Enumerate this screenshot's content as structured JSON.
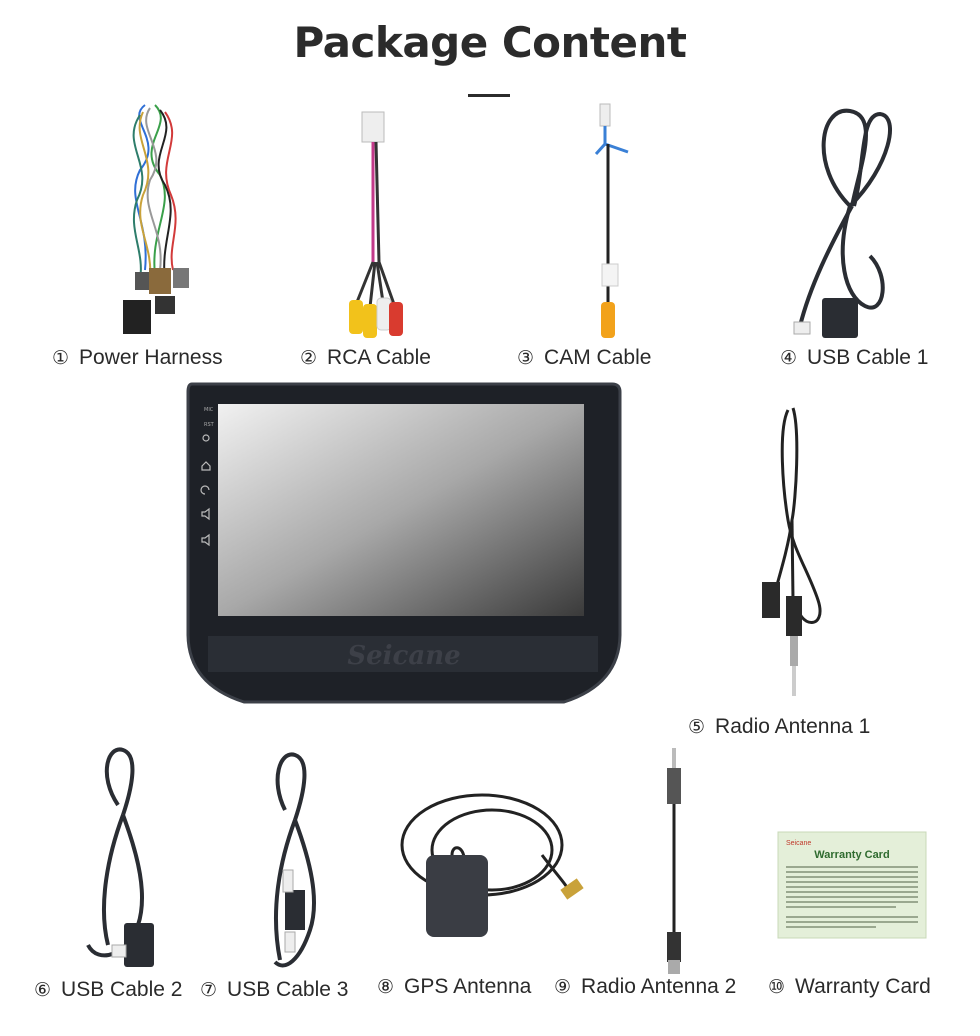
{
  "page": {
    "title": "Package Content"
  },
  "items": [
    {
      "num": "①",
      "label": "Power Harness"
    },
    {
      "num": "②",
      "label": "RCA Cable"
    },
    {
      "num": "③",
      "label": "CAM Cable"
    },
    {
      "num": "④",
      "label": "USB Cable 1"
    },
    {
      "num": "⑤",
      "label": "Radio Antenna 1"
    },
    {
      "num": "⑥",
      "label": "USB Cable 2"
    },
    {
      "num": "⑦",
      "label": "USB Cable 3"
    },
    {
      "num": "⑧",
      "label": "GPS Antenna"
    },
    {
      "num": "⑨",
      "label": "Radio Antenna 2"
    },
    {
      "num": "⑩",
      "label": "Warranty Card"
    }
  ],
  "head_unit": {
    "brand": "Seicane",
    "buttons": [
      "MIC",
      "RST"
    ]
  },
  "warranty_card": {
    "brand": "Seicane",
    "title": "Warranty Card"
  },
  "colors": {
    "title": "#2b2b2b",
    "cable": "#2a2d33",
    "rca_yellow": "#f2c21b",
    "rca_red": "#d93b2f",
    "card_bg": "#e4efd9",
    "card_title": "#2f6b2f"
  }
}
